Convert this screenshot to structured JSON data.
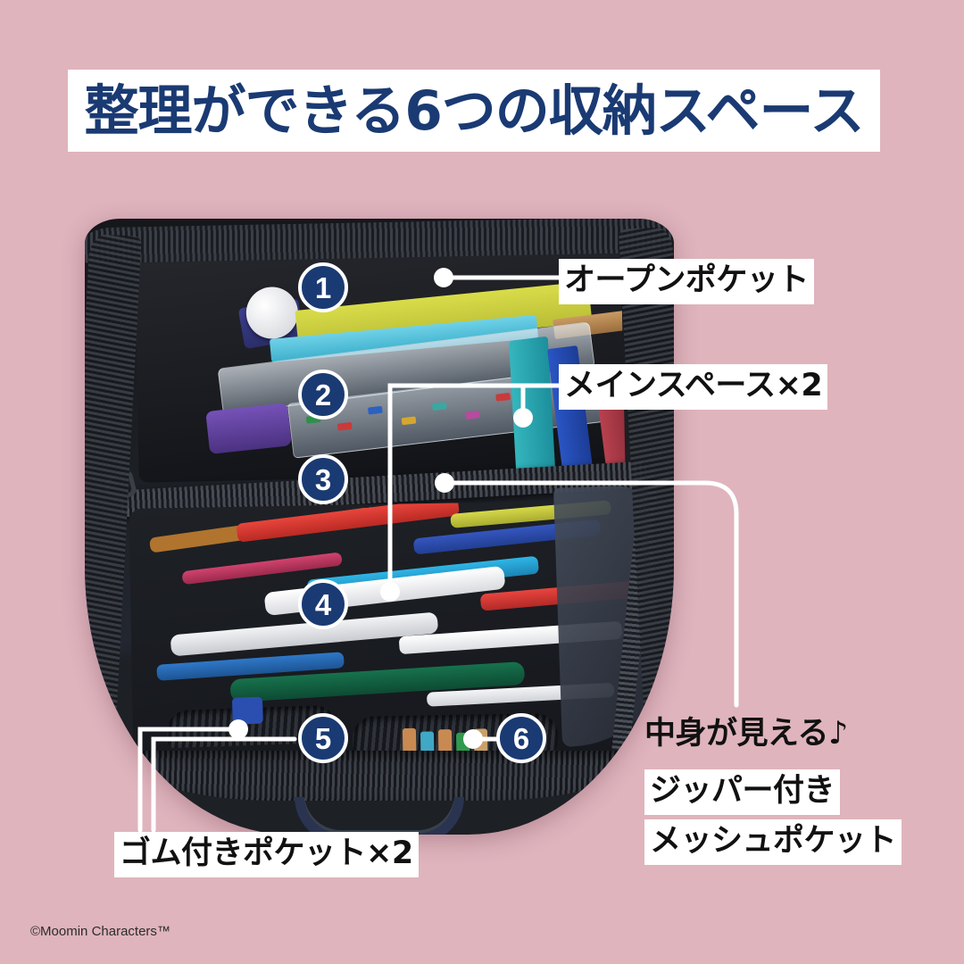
{
  "page": {
    "background_color": "#dfb4bd",
    "accent_color": "#1a3a73",
    "label_bg_color": "#ffffff",
    "label_text_color": "#111111"
  },
  "title": {
    "text": "整理ができる6つの収納スペース"
  },
  "badges": [
    {
      "number": "1"
    },
    {
      "number": "2"
    },
    {
      "number": "3"
    },
    {
      "number": "4"
    },
    {
      "number": "5"
    },
    {
      "number": "6"
    }
  ],
  "callouts": {
    "open_pocket": "オープンポケット",
    "main_space": "メインスペース×2",
    "see_contents": "中身が見える♪",
    "zipper": "ジッパー付き",
    "mesh_pocket": "メッシュポケット",
    "elastic_pocket": "ゴム付きポケット×2"
  },
  "footer": {
    "copyright": "©Moomin Characters™"
  }
}
